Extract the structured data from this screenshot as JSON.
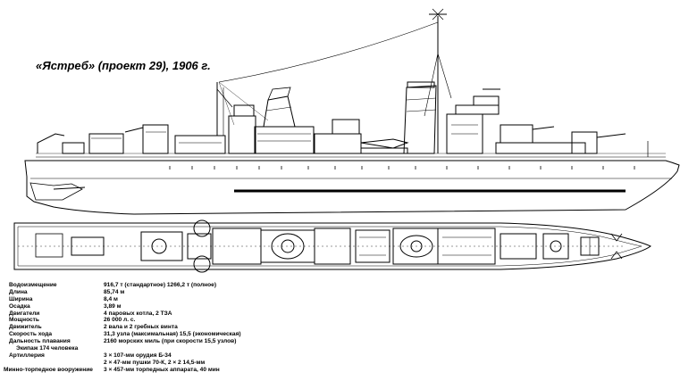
{
  "title": "«Ястреб» (проект 29), 1906 г.",
  "specs": [
    {
      "label": "Водоизмещение",
      "value": "916,7 т (стандартное)    1266,2 т (полное)"
    },
    {
      "label": "Длина",
      "value": "85,74 м"
    },
    {
      "label": "Ширина",
      "value": "8,4 м"
    },
    {
      "label": "Осадка",
      "value": "3,89 м"
    },
    {
      "label": "Двигатели",
      "value": "4 паровых котла, 2 ТЗА"
    },
    {
      "label": "Мощность",
      "value": "26 000 л. с."
    },
    {
      "label": "Движитель",
      "value": "2 вала и 2 гребных винта"
    },
    {
      "label": "Скорость хода",
      "value": "31,3 узла (максимальная)    15,5 (экономическая)"
    },
    {
      "label": "Дальность плавания",
      "value": "2160 морских миль (при скорости 15,5 узлов)"
    },
    {
      "label": "Экипаж    174 человека",
      "value": ""
    },
    {
      "label": "Артиллерия",
      "value": "3 × 107-мм орудия Б-34"
    },
    {
      "label": "",
      "value": "2 × 47-мм пушки  70-К,  2 × 2 14,5-мм"
    },
    {
      "label": "Минно-торпедное вооружение",
      "value": "3 × 457-мм торпедных аппарата,   40 мин"
    }
  ]
}
